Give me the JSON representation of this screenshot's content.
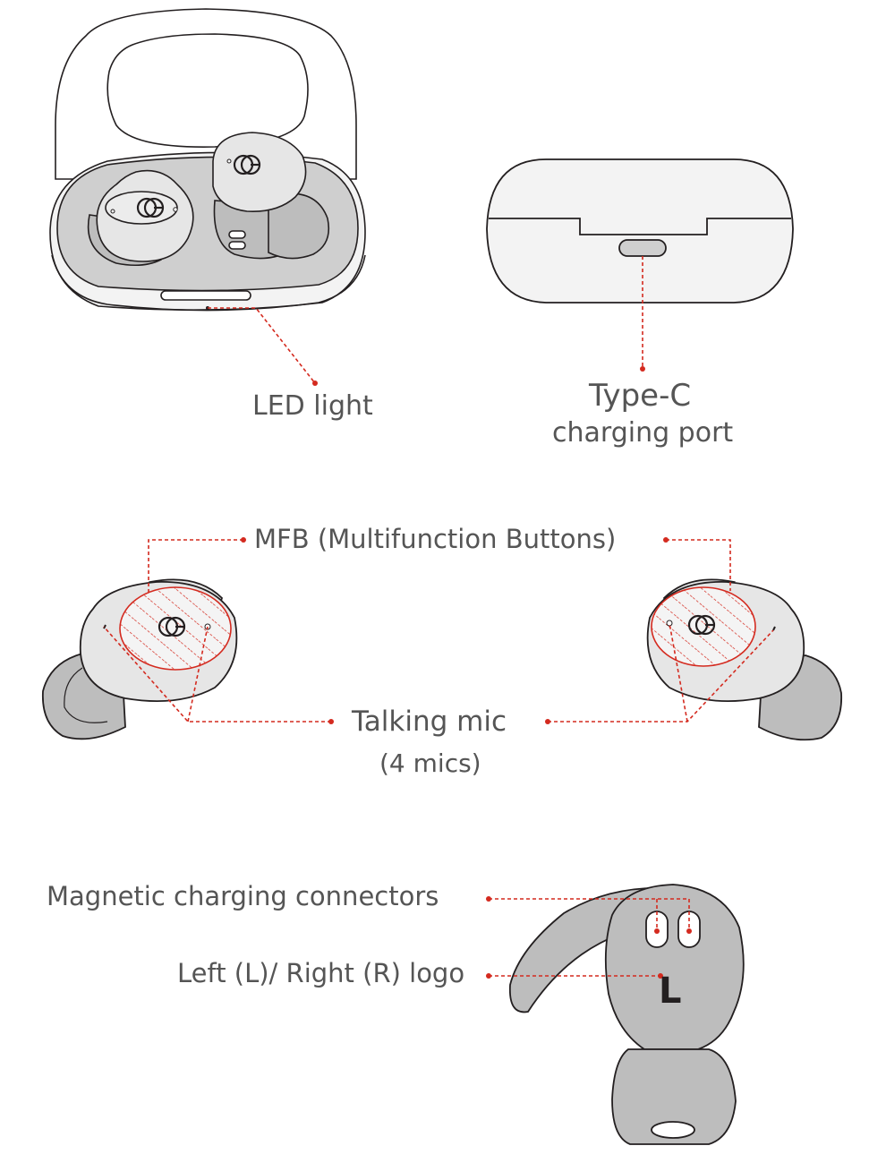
{
  "labels": {
    "led_light": "LED light",
    "type_c": "Type-C",
    "charging_port": "charging port",
    "mfb": "MFB (Multifunction Buttons)",
    "talking_mic": "Talking mic",
    "mic_count": "(4 mics)",
    "magnetic_connectors": "Magnetic charging connectors",
    "lr_logo": "Left (L)/ Right (R) logo",
    "ear_letter": "L"
  },
  "colors": {
    "leader": "#d42a1f",
    "label_text": "#555555",
    "outline": "#231f20",
    "earbud_fill": "#e6e6e6",
    "case_fill": "#f3f3f3",
    "tip_fill": "#bdbdbd",
    "tray_fill": "#cfcfcf"
  },
  "icons": [
    "brand-logo-icon"
  ]
}
